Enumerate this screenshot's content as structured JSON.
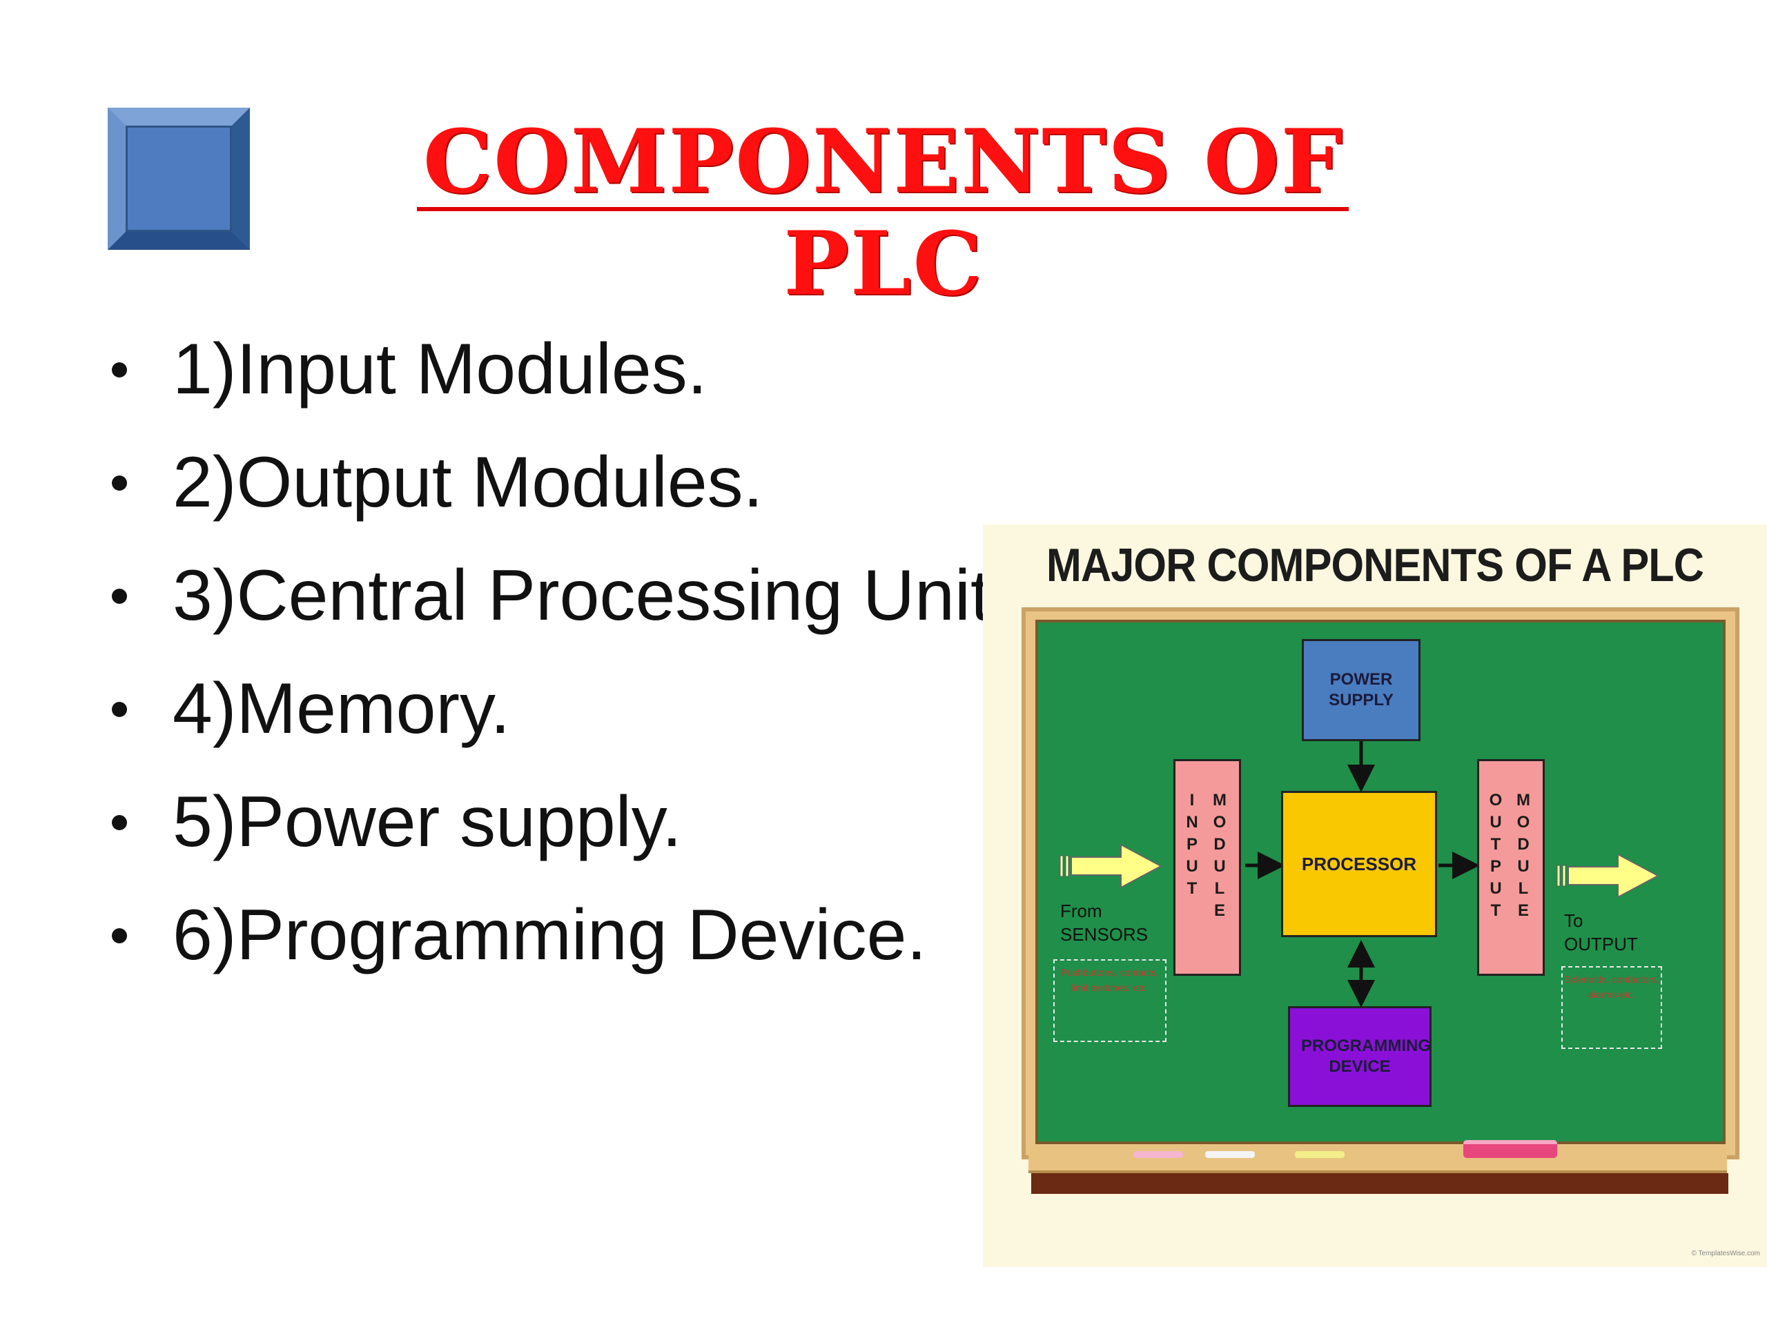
{
  "slide": {
    "title": "COMPONENTS OF PLC",
    "bullets": [
      "1)Input Modules.",
      "2)Output Modules.",
      "3)Central Processing Unit",
      "4)Memory.",
      "5)Power supply.",
      "6)Programming Device."
    ]
  },
  "figure": {
    "title": "MAJOR COMPONENTS OF A PLC",
    "power_supply": "POWER SUPPLY",
    "processor": "PROCESSOR",
    "programming_device": "PROGRAMMING DEVICE",
    "input_col1": "INPUT",
    "input_col2": "MODULE",
    "output_col1": "OUTPUT",
    "output_col2": "MODULE",
    "from_label": "From",
    "sensors_label": "SENSORS",
    "to_label": "To",
    "output_label": "OUTPUT",
    "sensors_examples": "Pushbuttons, contacts, limit switches, etc.",
    "output_examples": "Solenoids, contactors, alarms etc.",
    "credit": "© TemplatesWise.com"
  },
  "colors": {
    "title": "#ff1010",
    "board": "#1f8f4a",
    "power_supply": "#4a7cc0",
    "processor": "#f9c800",
    "module": "#f59a9a",
    "programming_device": "#8a10d8",
    "arrow_fill": "#ffff88"
  }
}
